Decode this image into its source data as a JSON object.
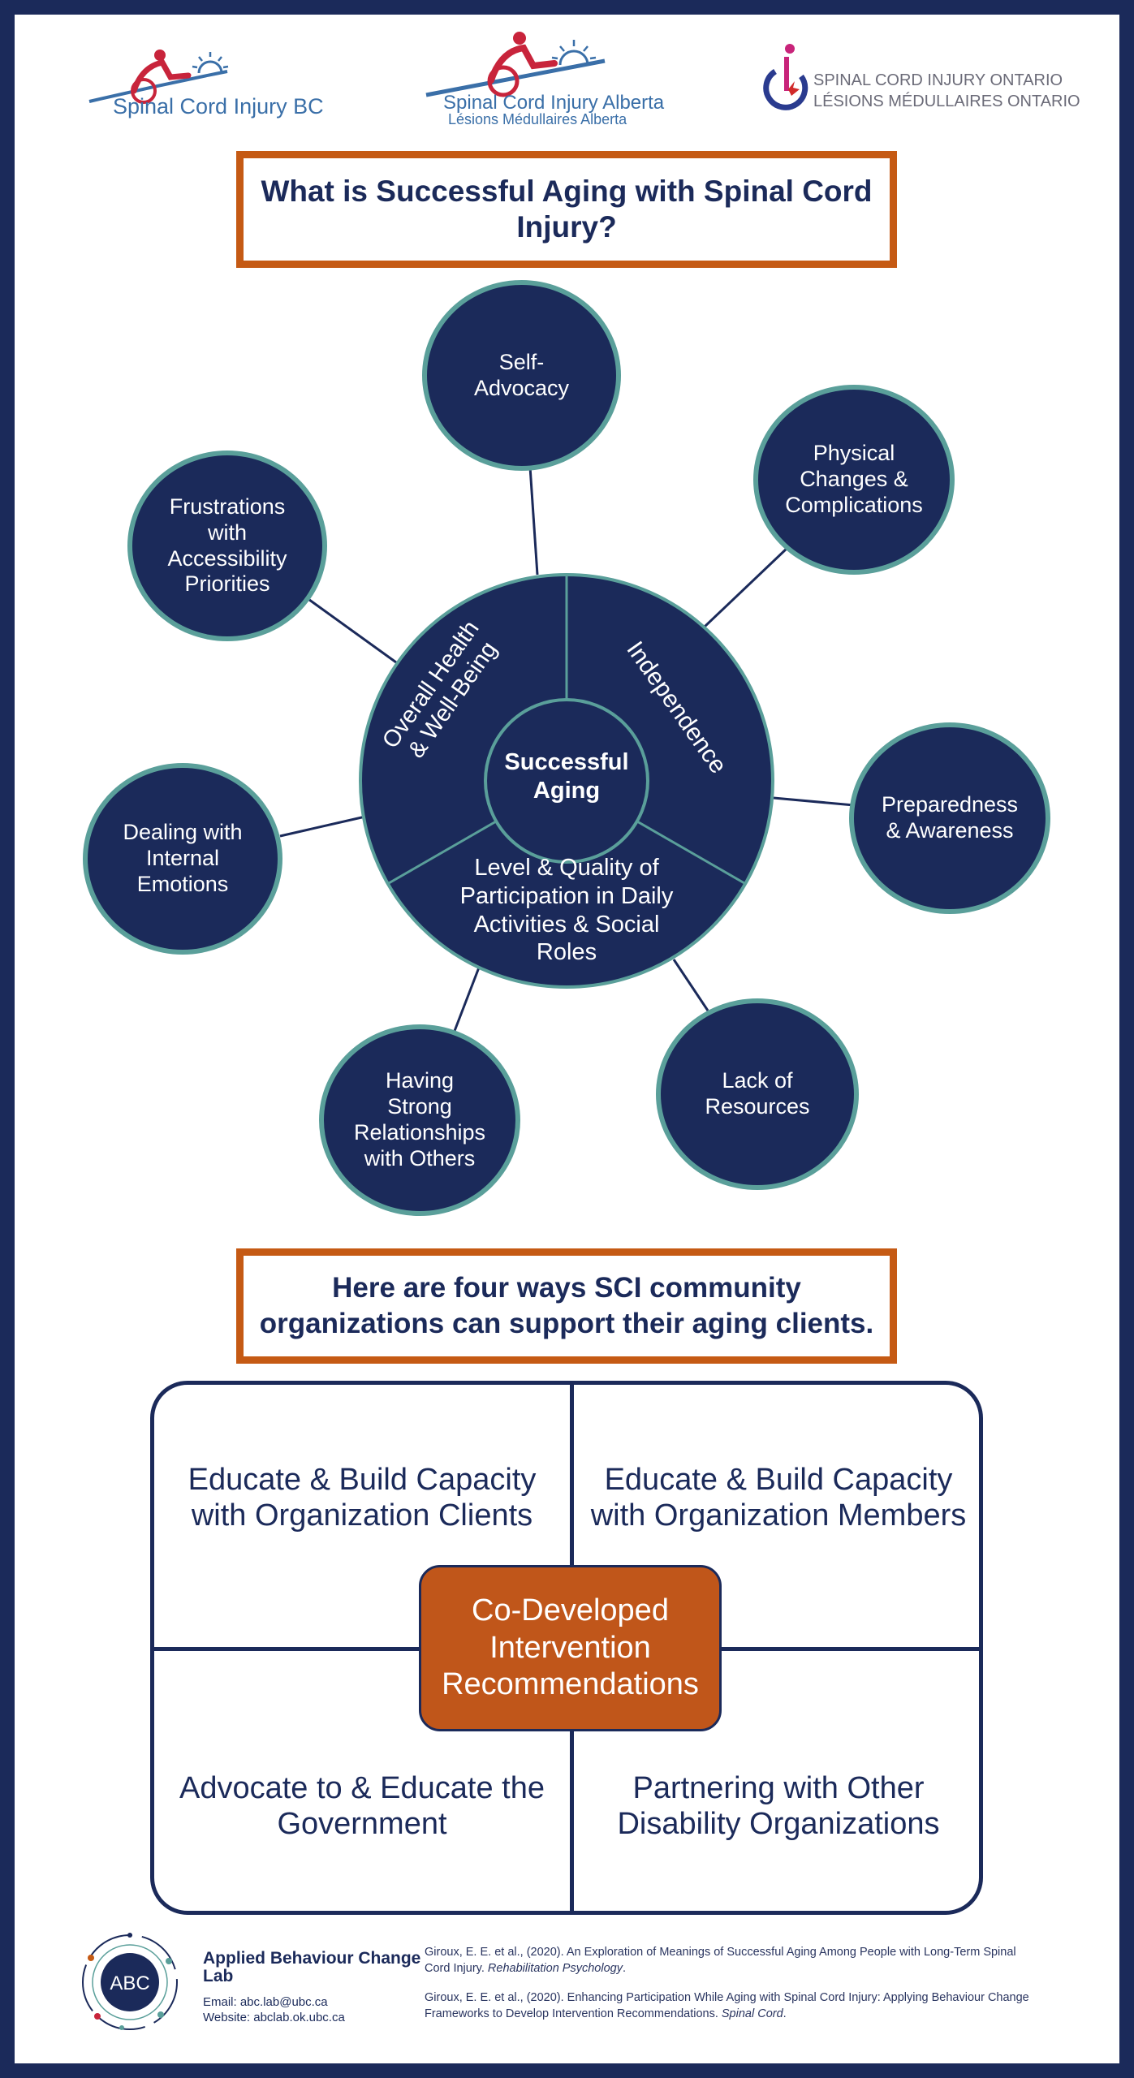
{
  "logos": {
    "bc": {
      "name": "Spinal Cord Injury BC"
    },
    "alberta": {
      "name": "Spinal Cord Injury Alberta",
      "subname": "Lésions Médullaires Alberta"
    },
    "ontario": {
      "line1": "SPINAL CORD INJURY ONTARIO",
      "line2": "LÉSIONS MÉDULLAIRES ONTARIO"
    }
  },
  "title1": {
    "line1": "What is Successful Aging with Spinal Cord",
    "line2": "Injury?"
  },
  "diagram": {
    "center": {
      "line1": "Successful",
      "line2": "Aging"
    },
    "segments": {
      "health": {
        "line1": "Overall Health",
        "line2": "& Well-Being"
      },
      "independence": "Independence",
      "participation": {
        "line1": "Level & Quality of",
        "line2": "Participation in Daily",
        "line3": "Activities & Social",
        "line4": "Roles"
      }
    },
    "bubbles": {
      "self_advocacy": [
        "Self-",
        "Advocacy"
      ],
      "physical": [
        "Physical",
        "Changes &",
        "Complications"
      ],
      "frustrations": [
        "Frustrations",
        "with",
        "Accessibility",
        "Priorities"
      ],
      "preparedness": [
        "Preparedness",
        "& Awareness"
      ],
      "emotions": [
        "Dealing with",
        "Internal",
        "Emotions"
      ],
      "relationships": [
        "Having",
        "Strong",
        "Relationships",
        "with Others"
      ],
      "resources": [
        "Lack of",
        "Resources"
      ]
    }
  },
  "title2": {
    "line1": "Here are four ways SCI community",
    "line2": "organizations can support their aging clients."
  },
  "quadrants": {
    "top_left": [
      "Educate & Build Capacity",
      "with Organization Clients"
    ],
    "top_right": [
      "Educate & Build Capacity",
      "with Organization Members"
    ],
    "bottom_left": [
      "Advocate to & Educate the",
      "Government"
    ],
    "bottom_right": [
      "Partnering with Other",
      "Disability Organizations"
    ],
    "center": [
      "Co-Developed",
      "Intervention",
      "Recommendations"
    ]
  },
  "footer": {
    "lab_logo_text": "ABC",
    "lab_name": "Applied Behaviour Change Lab",
    "email": "Email: abc.lab@ubc.ca",
    "website": "Website: abclab.ok.ubc.ca",
    "ref1": {
      "text": "Giroux, E. E. et al., (2020). An Exploration of Meanings of Successful Aging Among People with Long-Term Spinal Cord Injury. ",
      "journal": "Rehabilitation Psychology",
      "end": "."
    },
    "ref2": {
      "text": "Giroux, E. E. et al., (2020). Enhancing Participation While Aging with Spinal Cord Injury: Applying Behaviour Change Frameworks to Develop Intervention Recommendations. ",
      "journal": "Spinal Cord",
      "end": "."
    }
  },
  "colors": {
    "navy": "#1b2a5a",
    "orange": "#c55a14",
    "teal": "#5a9f9a",
    "logo_red": "#c8243b",
    "logo_blue": "#3a6fa8",
    "ontario_purple": "#6b2a84"
  }
}
